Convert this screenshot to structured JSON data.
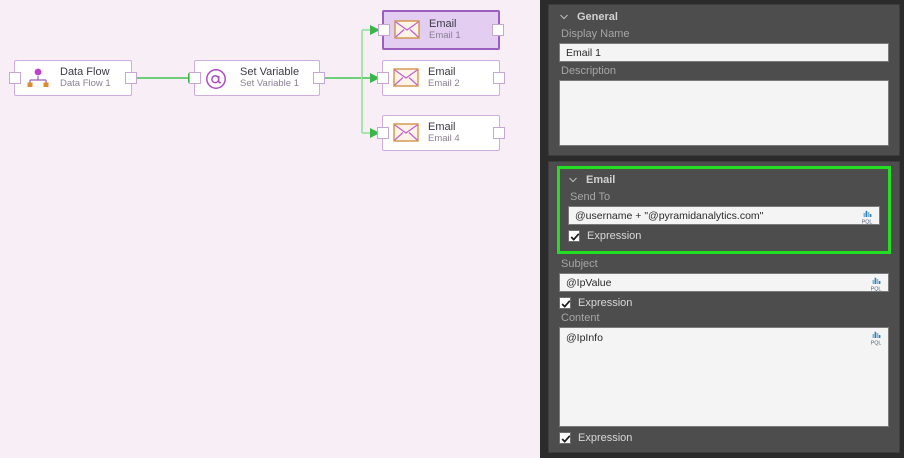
{
  "canvas": {
    "background_color": "#f8eef5",
    "connector_color": "#5fc96a",
    "nodes": [
      {
        "id": "data-flow",
        "title": "Data Flow",
        "subtitle": "Data Flow 1",
        "icon": "data-flow-icon",
        "selected": false
      },
      {
        "id": "set-variable",
        "title": "Set Variable",
        "subtitle": "Set Variable 1",
        "icon": "at-sign-icon",
        "selected": false
      },
      {
        "id": "email-1",
        "title": "Email",
        "subtitle": "Email 1",
        "icon": "envelope-icon",
        "selected": true
      },
      {
        "id": "email-2",
        "title": "Email",
        "subtitle": "Email 2",
        "icon": "envelope-icon",
        "selected": false
      },
      {
        "id": "email-4",
        "title": "Email",
        "subtitle": "Email 4",
        "icon": "envelope-icon",
        "selected": false
      }
    ]
  },
  "panel": {
    "highlight_color": "#22e021",
    "general": {
      "header": "General",
      "display_name_label": "Display Name",
      "display_name_value": "Email 1",
      "description_label": "Description",
      "description_value": ""
    },
    "email": {
      "header": "Email",
      "highlighted": true,
      "send_to_label": "Send To",
      "send_to_value": "@username + \"@pyramidanalytics.com\"",
      "send_to_expression_label": "Expression",
      "send_to_expression_checked": true,
      "subject_label": "Subject",
      "subject_value": "@IpValue",
      "subject_expression_label": "Expression",
      "subject_expression_checked": true,
      "content_label": "Content",
      "content_value": "@IpInfo",
      "content_expression_label": "Expression",
      "content_expression_checked": true,
      "pql_icon_label": "PQL"
    }
  }
}
